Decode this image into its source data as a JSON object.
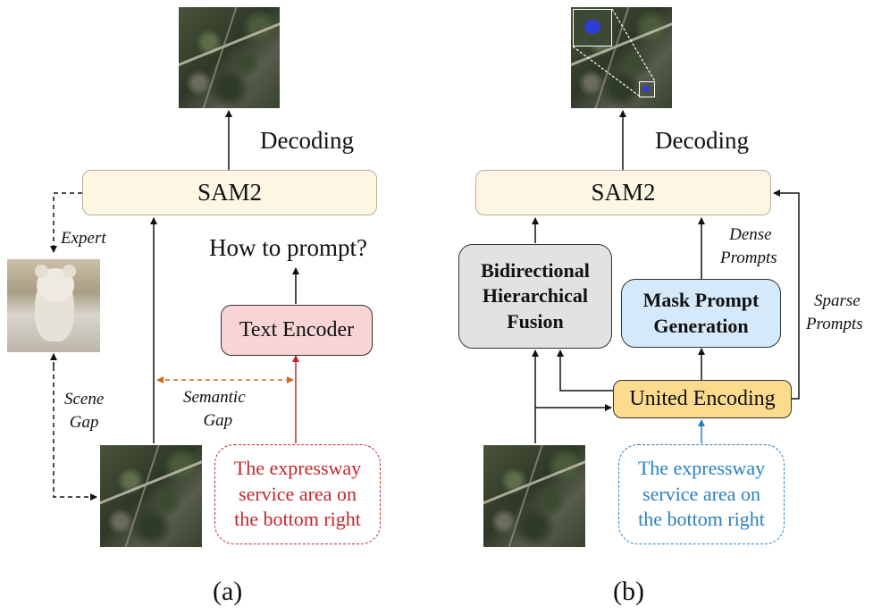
{
  "panel_a": {
    "decoding": "Decoding",
    "sam": "SAM2",
    "expert": "Expert",
    "how_to_prompt": "How to prompt?",
    "text_encoder": "Text Encoder",
    "scene_gap": [
      "Scene",
      "Gap"
    ],
    "semantic_gap": [
      "Semantic",
      "Gap"
    ],
    "query": [
      "The expressway",
      "service area on",
      "the bottom right"
    ],
    "caption": "(a)"
  },
  "panel_b": {
    "decoding": "Decoding",
    "sam": "SAM2",
    "dense_prompts": [
      "Dense",
      "Prompts"
    ],
    "sparse_prompts": [
      "Sparse",
      "Prompts"
    ],
    "bhf": [
      "Bidirectional",
      "Hierarchical",
      "Fusion"
    ],
    "mpg": [
      "Mask Prompt",
      "Generation"
    ],
    "united_encoding": "United Encoding",
    "query": [
      "The expressway",
      "service area on",
      "the bottom right"
    ],
    "caption": "(b)"
  },
  "colors": {
    "red": "#c0272d",
    "blue": "#2a7fc1",
    "orange": "#d2691e",
    "sam_fill": "#fdf6e3",
    "text_encoder_fill": "#f9d4d6",
    "bhf_fill": "#e2e2e2",
    "mpg_fill": "#d4eafb",
    "united_fill": "#fbdb8e"
  }
}
